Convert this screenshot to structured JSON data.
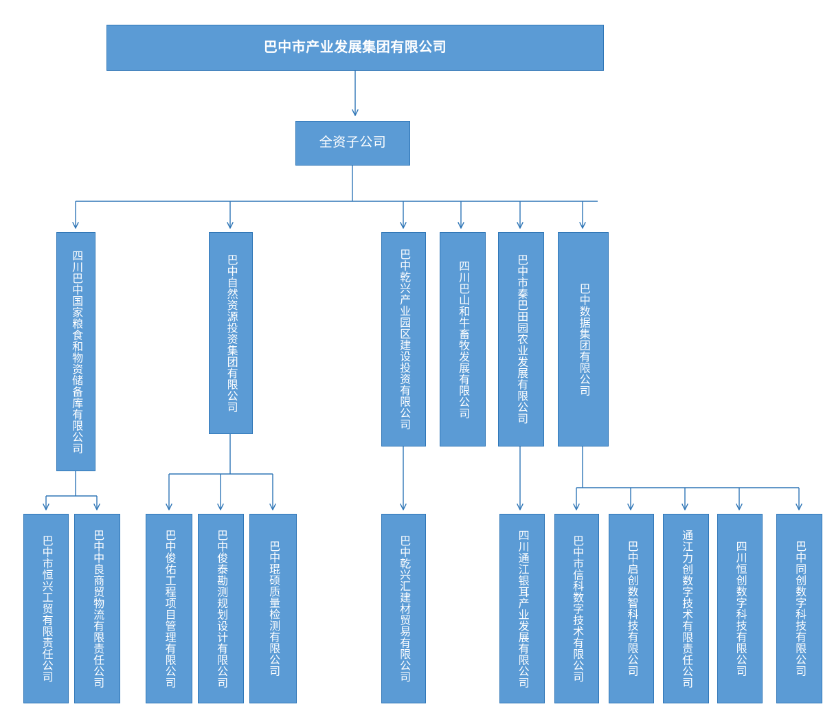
{
  "theme": {
    "box_fill": "#5B9BD5",
    "box_border": "#2E75B6",
    "connector": "#2E75B6",
    "connector_light": "#5B9BD5",
    "text": "#FFFFFF",
    "background": "#FFFFFF"
  },
  "chart_data": {
    "type": "diagram",
    "title": "巴中市产业发展集团有限公司 组织架构图",
    "orientation": "top-down",
    "levels": 4
  },
  "root": {
    "label": "巴中市产业发展集团有限公司"
  },
  "group": {
    "label": "全资子公司"
  },
  "level1": [
    {
      "label": "四川巴中国家粮食和物资储备库有限公司"
    },
    {
      "label": "巴中自然资源投资集团有限公司"
    },
    {
      "label": "巴中乾兴产业园区建设投资有限公司"
    },
    {
      "label": "四川巴山和牛畜牧发展有限公司"
    },
    {
      "label": "巴中市秦巴田园农业发展有限公司"
    },
    {
      "label": "巴中数据集团有限公司"
    }
  ],
  "level2": [
    {
      "label": "巴中市恒兴工贸有限责任公司",
      "parent": 0
    },
    {
      "label": "巴中中良商贸物流有限责任公司",
      "parent": 0
    },
    {
      "label": "巴中俊佑工程项目管理有限公司",
      "parent": 1
    },
    {
      "label": "巴中俊泰勘测规划设计有限公司",
      "parent": 1
    },
    {
      "label": "巴中琨硕质量检测有限公司",
      "parent": 1
    },
    {
      "label": "巴中乾兴汇建材贸易有限公司",
      "parent": 2
    },
    {
      "label": "四川通江银耳产业发展有限公司",
      "parent": 4
    },
    {
      "label": "巴中市信科数字技术有限公司",
      "parent": 5
    },
    {
      "label": "巴中启创数智科技有限公司",
      "parent": 5
    },
    {
      "label": "通江力创数字技术有限责任公司",
      "parent": 5
    },
    {
      "label": "四川恒创数字科技有限公司",
      "parent": 5
    },
    {
      "label": "巴中同创数字科技有限公司",
      "parent": 5
    }
  ]
}
